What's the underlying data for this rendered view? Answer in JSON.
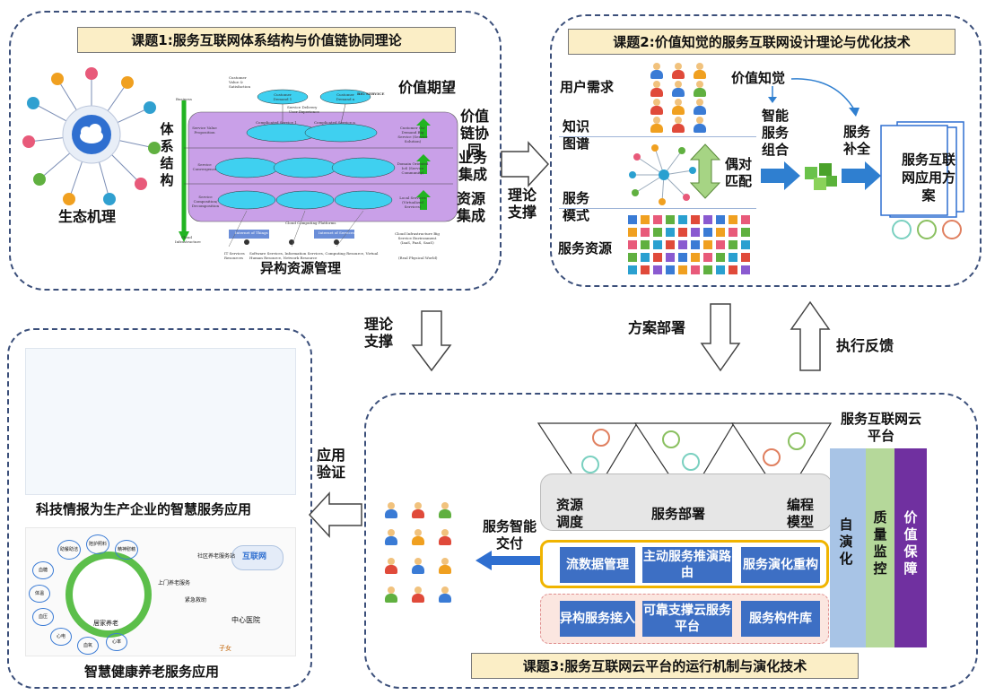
{
  "topic1": {
    "title": "课题1:服务互联网体系结构与价值链协同理论",
    "eco": "生态机理",
    "tixi": "体系结构",
    "value_expect": "价值期望",
    "vchain": "价值链协同",
    "biz": "业务集成",
    "res": "资源集成",
    "hetero": "异构资源管理",
    "tiny": {
      "customer_value": "Customer Value & Satisfaction",
      "big_service": "BIG SERVICE",
      "demand1": "Customer Demand 1",
      "demandn": "Customer Demand n",
      "service_delivery": "Service Delivery",
      "user_exp": "User Experience",
      "business": "Business",
      "complicated1": "Complicated Service 1",
      "complicatedn": "Complicated Service n",
      "svp": "Service Value Proposition",
      "sc": "Service Convergence",
      "scd": "Service Composition/ Decomposition",
      "cod": "Customer On-Demand Big Service (Service Solution)",
      "doms": "Domain Oriented IoS (Service Community)",
      "local": "Local Services (Virtualized Services)",
      "cloud_inf": "Cloud Infrastructure",
      "ccp": "Cloud Computing Platforms",
      "ioi1": "Internet of Things",
      "ioin": "Internet of Services",
      "it_res": "IT Services Resources",
      "sw": "Software Services, Information Services, Computing Resource, Virtual Human Resource, Network Resource",
      "big_env": "Cloud Infrastructure Big Service Environment (IaaS, PaaS, SaaS)",
      "real": "(Real Physical World)"
    }
  },
  "topic2": {
    "title": "课题2:价值知觉的服务互联网设计理论与优化技术",
    "user_need": "用户需求",
    "value_percept": "价值知觉",
    "kg": "知识图谱",
    "smart_comp": "智能服务组合",
    "svc_fill": "服务补全",
    "dual": "偶对匹配",
    "svc_mode": "服务模式",
    "svc_res": "服务资源",
    "solution": "服务互联网应用方案"
  },
  "arrows": {
    "theory_support_h": "理论支撑",
    "theory_support_v": "理论支撑",
    "deploy": "方案部署",
    "feedback": "执行反馈",
    "app_verify": "应用验证",
    "smart_delivery": "服务智能交付"
  },
  "topic3": {
    "title": "课题3:服务互联网云平台的运行机制与演化技术",
    "cloud_label": "服务互联网云平台",
    "res_sched": "资源调度",
    "svc_deploy": "服务部署",
    "prog_model": "编程模型",
    "row1": [
      "流数据管理",
      "主动服务推演路由",
      "服务演化重构"
    ],
    "row2": [
      "异构服务接入",
      "可靠支撑云服务平台",
      "服务构件库"
    ],
    "bars": [
      "自演化",
      "质量监控",
      "价值保障"
    ]
  },
  "apps": {
    "app1": "科技情报为生产企业的智慧服务应用",
    "app2": "智慧健康养老服务应用",
    "net": "互联网",
    "station": "社区养老服务站",
    "door": "上门养老服务",
    "emergency": "紧急救助",
    "hospital": "中心医院",
    "home": "居家养老",
    "children": "子女",
    "circles": [
      "助餐助洁",
      "陪护照料",
      "精神慰藉",
      "血糖",
      "体温",
      "血压",
      "心电",
      "血氧",
      "心率"
    ]
  },
  "colors": {
    "panel_border": "#3b4f7a",
    "title_bg": "#fbeec6",
    "blue_btn": "#3d6fc4",
    "orange_border": "#f0b400",
    "bar1": "#a8c4e6",
    "bar2": "#b5d89a",
    "bar3": "#7030a0",
    "arrow_blue": "#2f7fd0",
    "purple_diag": "#c9a0e8",
    "cyan_ellipse": "#3fd0f0"
  }
}
